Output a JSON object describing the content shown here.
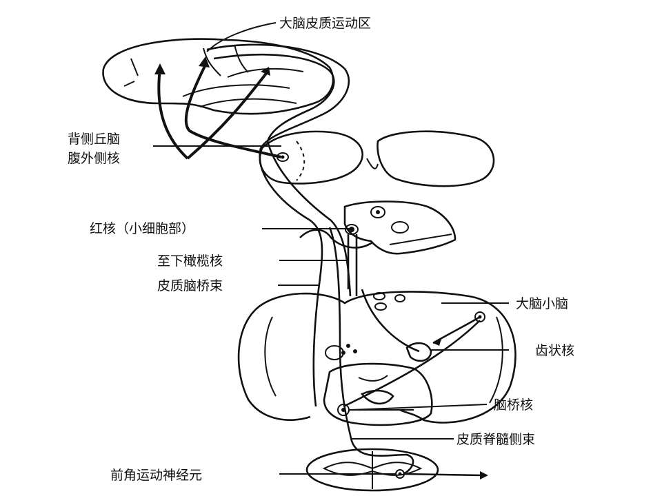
{
  "labels": {
    "cortex_motor": "大脑皮质运动区",
    "thalamus_1": "背侧丘脑",
    "thalamus_2": "腹外侧核",
    "red_nucleus": "红核（小细胞部）",
    "to_olive": "至下橄榄核",
    "corticopontine": "皮质脑桥束",
    "cerebrocerebellum": "大脑小脑",
    "dentate": "齿状核",
    "pontine": "脑桥核",
    "corticospinal_lat": "皮质脊髓侧束",
    "ventral_horn": "前角运动神经元"
  }
}
